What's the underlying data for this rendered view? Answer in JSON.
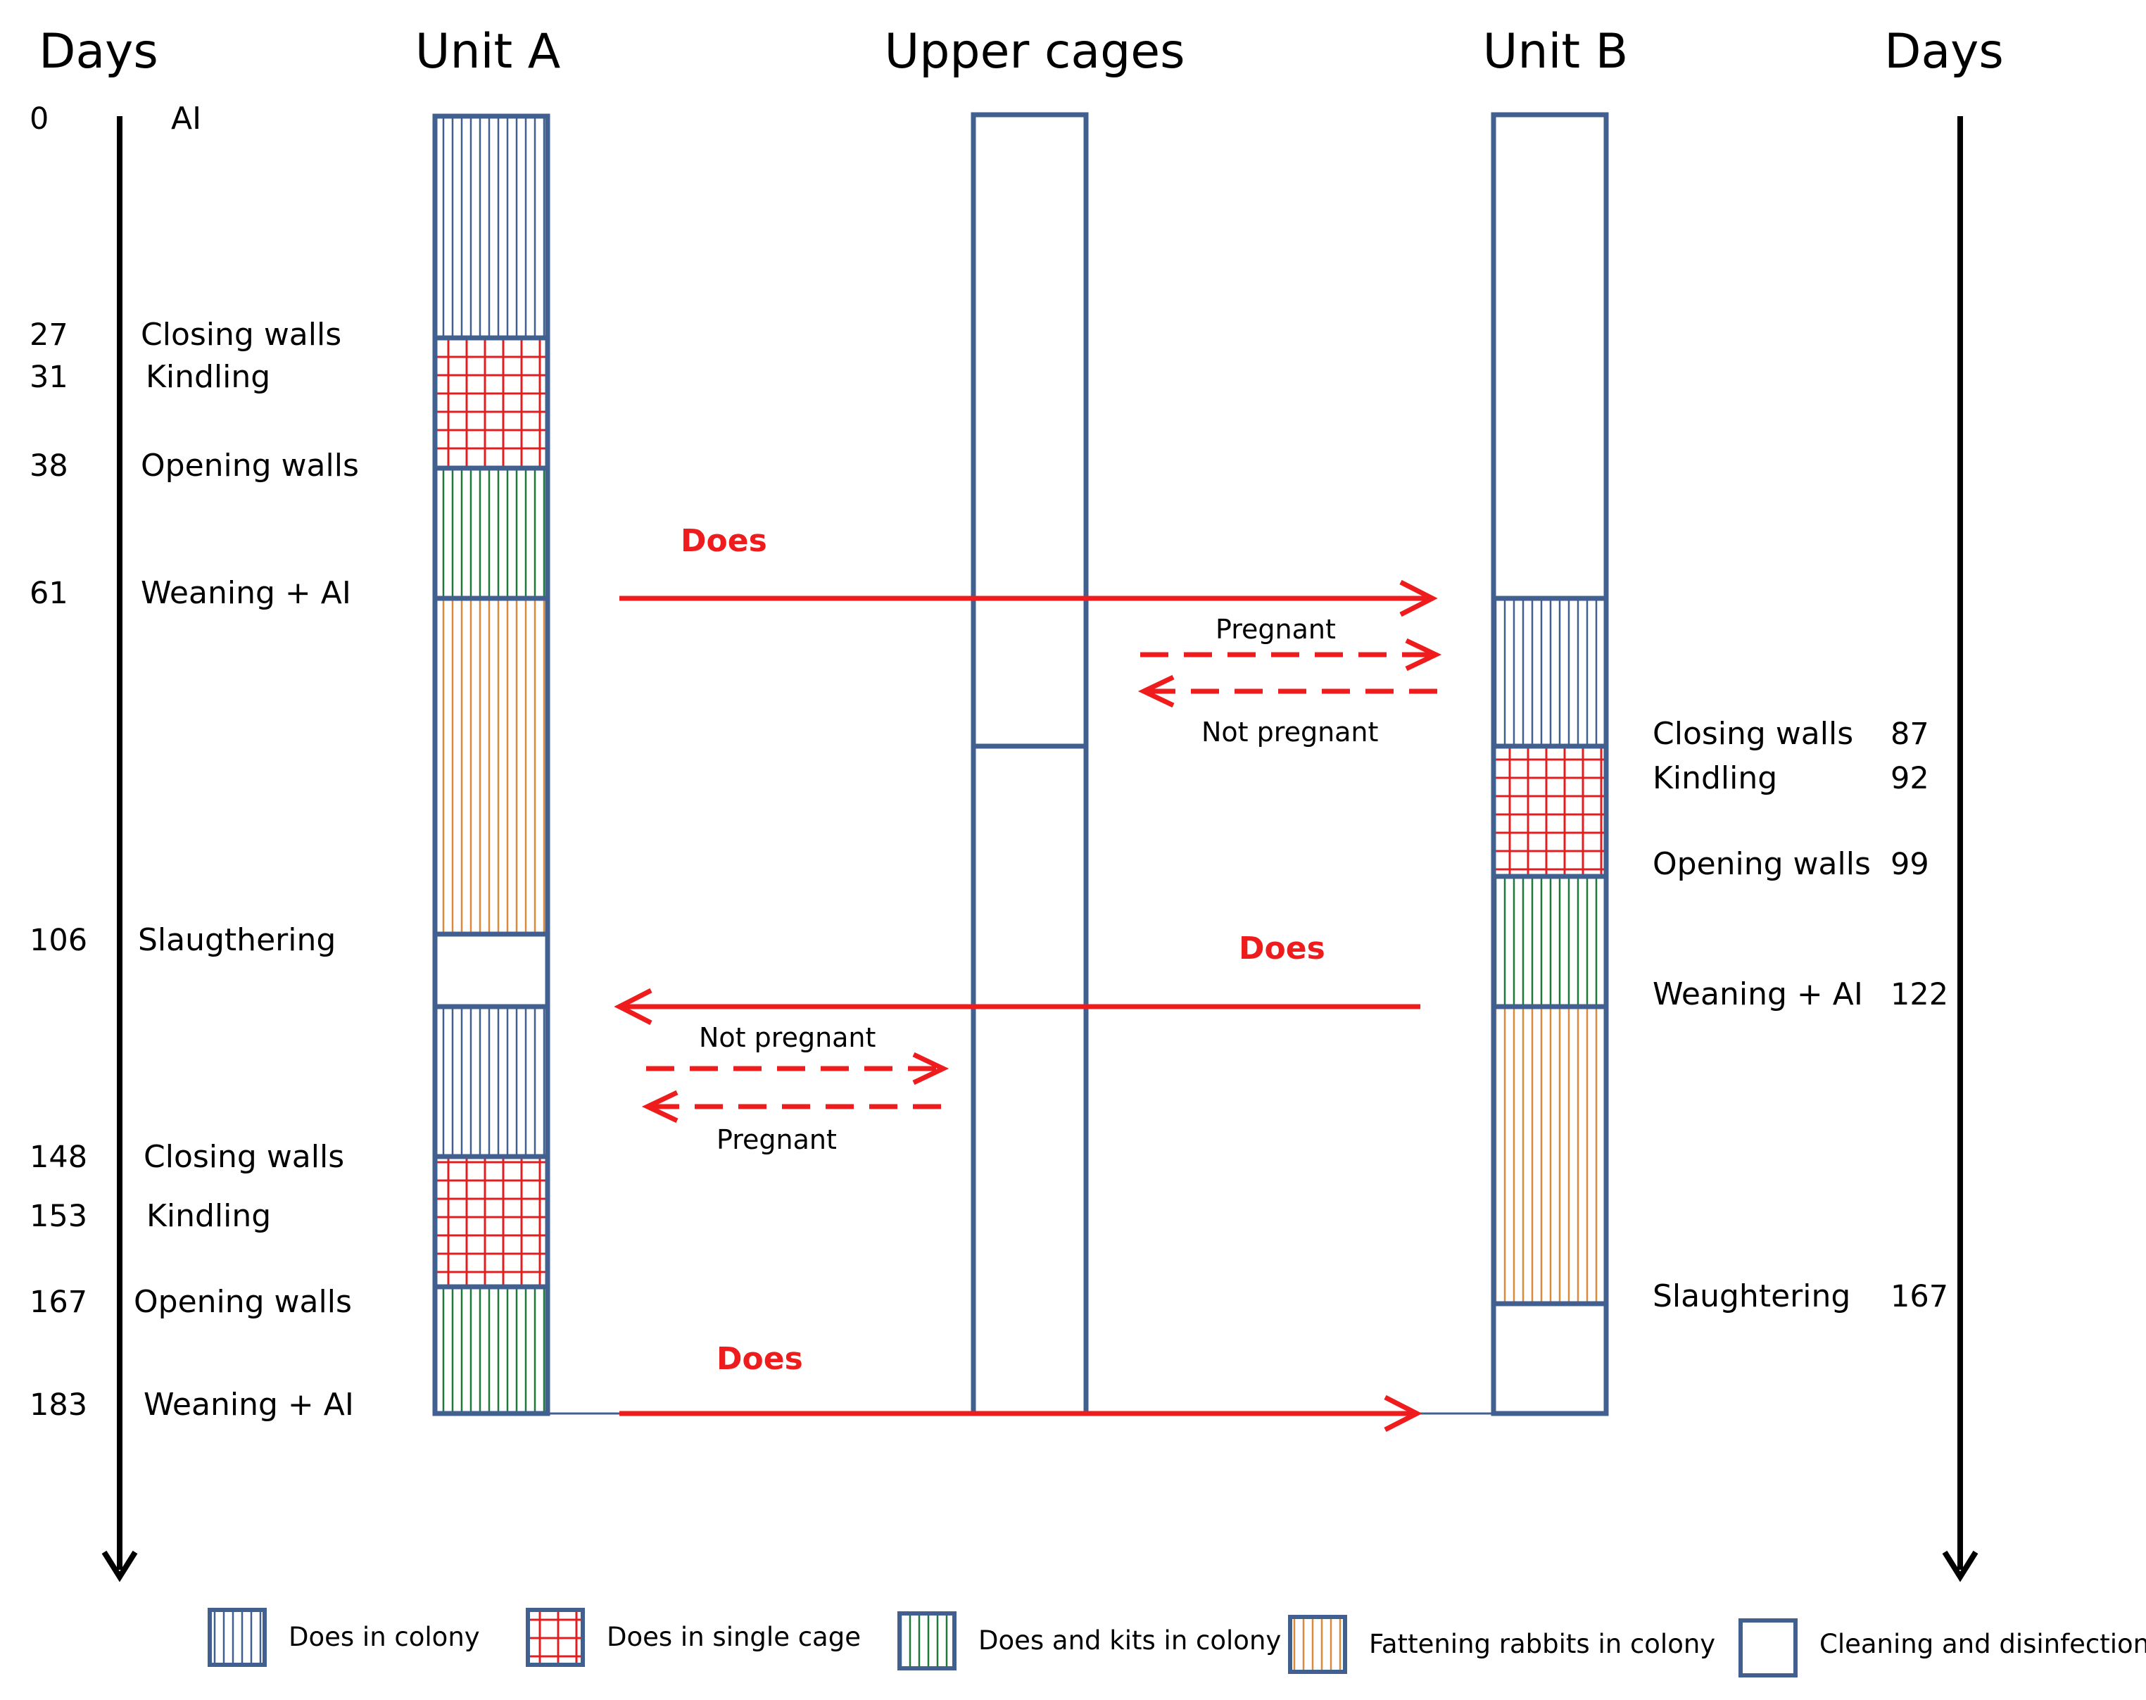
{
  "headers": {
    "days_left": "Days",
    "unit_a": "Unit A",
    "upper_cages": "Upper cages",
    "unit_b": "Unit B",
    "days_right": "Days"
  },
  "left_timeline": [
    {
      "day": "0",
      "event": "AI"
    },
    {
      "day": "27",
      "event": "Closing walls"
    },
    {
      "day": "31",
      "event": "Kindling"
    },
    {
      "day": "38",
      "event": "Opening walls"
    },
    {
      "day": "61",
      "event": "Weaning + AI"
    },
    {
      "day": "106",
      "event": "Slaugthering"
    },
    {
      "day": "148",
      "event": "Closing walls"
    },
    {
      "day": "153",
      "event": "Kindling"
    },
    {
      "day": "167",
      "event": "Opening walls"
    },
    {
      "day": "183",
      "event": "Weaning + AI"
    }
  ],
  "right_timeline": [
    {
      "event": "Closing walls",
      "day": "87"
    },
    {
      "event": "Kindling",
      "day": "92"
    },
    {
      "event": "Opening walls",
      "day": "99"
    },
    {
      "event": "Weaning + AI",
      "day": "122"
    },
    {
      "event": "Slaughtering",
      "day": "167"
    }
  ],
  "unit_a_segments": [
    "does_colony",
    "does_single",
    "does_kits",
    "fattening",
    "cleaning",
    "does_colony",
    "does_single",
    "does_kits"
  ],
  "unit_b_segments": [
    "cleaning",
    "does_colony",
    "does_single",
    "does_kits",
    "fattening",
    "cleaning"
  ],
  "transfers": {
    "does_label_1": "Does",
    "pregnant_label_1": "Pregnant",
    "not_pregnant_label_1": "Not pregnant",
    "does_label_2": "Does",
    "not_pregnant_label_2": "Not pregnant",
    "pregnant_label_2": "Pregnant",
    "does_label_3": "Does"
  },
  "legend": [
    {
      "key": "does_colony",
      "label": "Does in colony"
    },
    {
      "key": "does_single",
      "label": "Does in single cage"
    },
    {
      "key": "does_kits",
      "label": "Does  and kits in colony"
    },
    {
      "key": "fattening",
      "label": "Fattening rabbits  in colony"
    },
    {
      "key": "cleaning",
      "label": "Cleaning and disinfection"
    }
  ],
  "colors": {
    "bar_border": "#41608f",
    "arrow_red": "#ee1c1c",
    "does_colony_stripe": "#41608f",
    "does_single_grid": "#e02020",
    "does_kits_stripe": "#1f7a3a",
    "fattening_stripe": "#d98a3d"
  }
}
